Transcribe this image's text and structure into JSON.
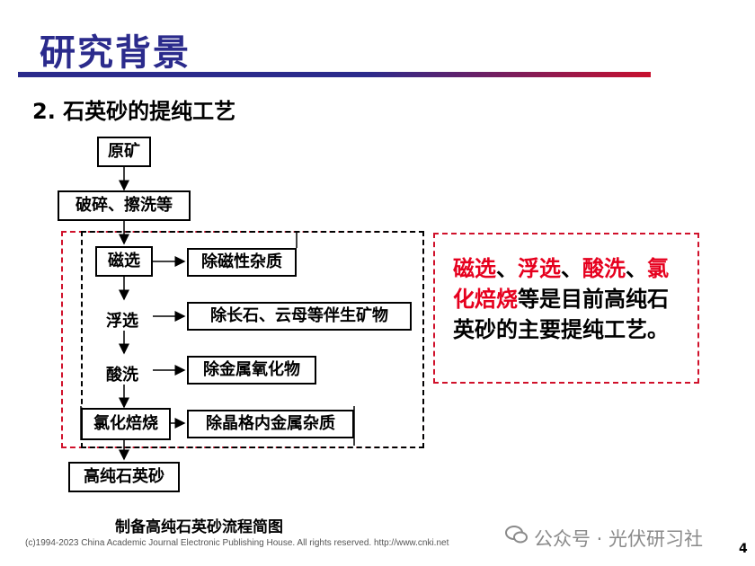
{
  "slide": {
    "title": "研究背景",
    "subtitle": "2. 石英砂的提纯工艺",
    "page_number": "4"
  },
  "flow": {
    "raw_ore": "原矿",
    "crush_wash": "破碎、擦洗等",
    "steps": [
      {
        "label": "磁选",
        "result": "除磁性杂质"
      },
      {
        "label": "浮选",
        "result": "除长石、云母等伴生矿物"
      },
      {
        "label": "酸洗",
        "result": "除金属氧化物"
      },
      {
        "label": "氯化焙烧",
        "result": "除晶格内金属杂质"
      }
    ],
    "product": "高纯石英砂",
    "caption": "制备高纯石英砂流程简图"
  },
  "note": {
    "highlight_1": "磁选",
    "sep_1": "、",
    "highlight_2": "浮选",
    "sep_2": "、",
    "highlight_3": "酸洗",
    "sep_3": "、",
    "highlight_4": "氯化焙烧",
    "rest": "等是目前高纯石英砂的主要提纯工艺。"
  },
  "footer": {
    "copyright": "(c)1994-2023 China Academic Journal Electronic Publishing House. All rights reserved.    http://www.cnki.net",
    "watermark": "公众号 · 光伏研习社"
  },
  "colors": {
    "title": "#2b2b8c",
    "highlight": "#e6001e",
    "frame_red": "#d0112b"
  }
}
